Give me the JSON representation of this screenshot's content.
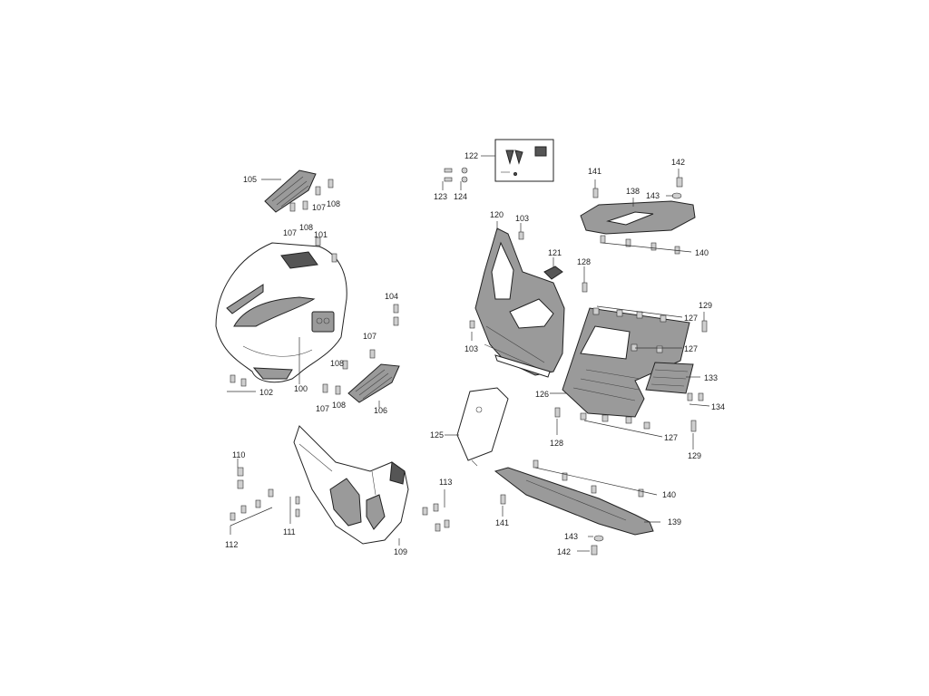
{
  "diagram": {
    "labels": {
      "l100": "100",
      "l101": "101",
      "l102": "102",
      "l103a": "103",
      "l103b": "103",
      "l104": "104",
      "l105": "105",
      "l106": "106",
      "l107a": "107",
      "l107b": "107",
      "l107c": "107",
      "l107d": "107",
      "l108a": "108",
      "l108b": "108",
      "l108c": "108",
      "l108d": "108",
      "l109": "109",
      "l110": "110",
      "l111": "111",
      "l112": "112",
      "l113": "113",
      "l120": "120",
      "l121": "121",
      "l122": "122",
      "l123": "123",
      "l124": "124",
      "l125": "125",
      "l126": "126",
      "l127a": "127",
      "l127b": "127",
      "l127c": "127",
      "l128a": "128",
      "l128b": "128",
      "l129a": "129",
      "l129b": "129",
      "l133": "133",
      "l134": "134",
      "l138": "138",
      "l139": "139",
      "l140a": "140",
      "l140b": "140",
      "l141a": "141",
      "l141b": "141",
      "l142a": "142",
      "l142b": "142",
      "l143a": "143",
      "l143b": "143"
    }
  }
}
